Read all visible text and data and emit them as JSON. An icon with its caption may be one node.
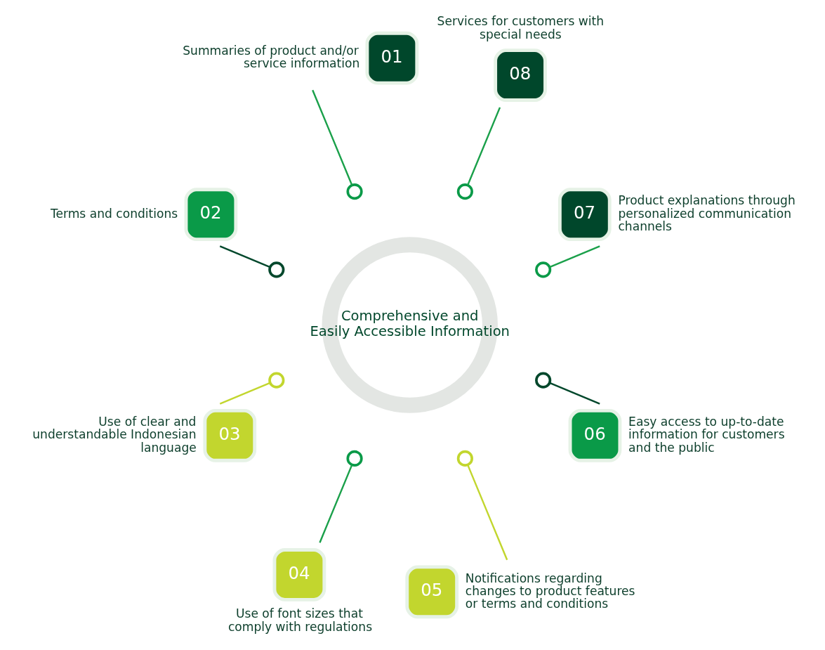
{
  "diagram": {
    "nodes": [
      {
        "text": [
          "Comprehensive and Easily Accessible Information"
        ]
      },
      {
        "text": [
          "01"
        ],
        "beside": [
          "Summaries of product and/or service information"
        ]
      },
      {
        "text": [
          "02"
        ],
        "beside": [
          "Terms and conditions"
        ]
      },
      {
        "text": [
          "03"
        ],
        "beside": [
          "Use of clear and understandable Indonesian language"
        ]
      },
      {
        "text": [
          "04"
        ],
        "beside": [
          "Use of font sizes that comply with regulations"
        ]
      },
      {
        "text": [
          "05"
        ],
        "beside": [
          "Notifications regarding changes to product features or terms and conditions"
        ]
      },
      {
        "text": [
          "06"
        ],
        "beside": [
          "Easy access to up-to-date information for customers and the public"
        ]
      },
      {
        "text": [
          "07"
        ],
        "beside": [
          "Product explanations through personalized communication channels"
        ]
      },
      {
        "text": [
          "08"
        ],
        "beside": [
          "Services for customers with special needs"
        ]
      },
      {
        "text": [],
        "shape": "circle"
      },
      {
        "text": [],
        "shape": "circle"
      },
      {
        "text": [],
        "shape": "circle"
      },
      {
        "text": [],
        "shape": "circle"
      },
      {
        "text": [],
        "shape": "circle"
      },
      {
        "text": [],
        "shape": "circle"
      },
      {
        "text": [],
        "shape": "circle"
      },
      {
        "text": [],
        "shape": "circle"
      }
    ],
    "edges": [
      {
        "from": 1,
        "to": 9,
        "arrow": "none"
      },
      {
        "from": 2,
        "to": 10,
        "arrow": "none",
        "color": "#00472b"
      },
      {
        "from": 3,
        "to": 11,
        "arrow": "none",
        "color": "#c2d62e"
      },
      {
        "from": 4,
        "to": 12,
        "arrow": "none"
      },
      {
        "from": 5,
        "to": 13,
        "arrow": "none",
        "color": "#c2d62e"
      },
      {
        "from": 6,
        "to": 14,
        "arrow": "none",
        "color": "#00472b"
      },
      {
        "from": 7,
        "to": 15,
        "arrow": "none"
      },
      {
        "from": 8,
        "to": 16,
        "arrow": "none"
      }
    ]
  }
}
